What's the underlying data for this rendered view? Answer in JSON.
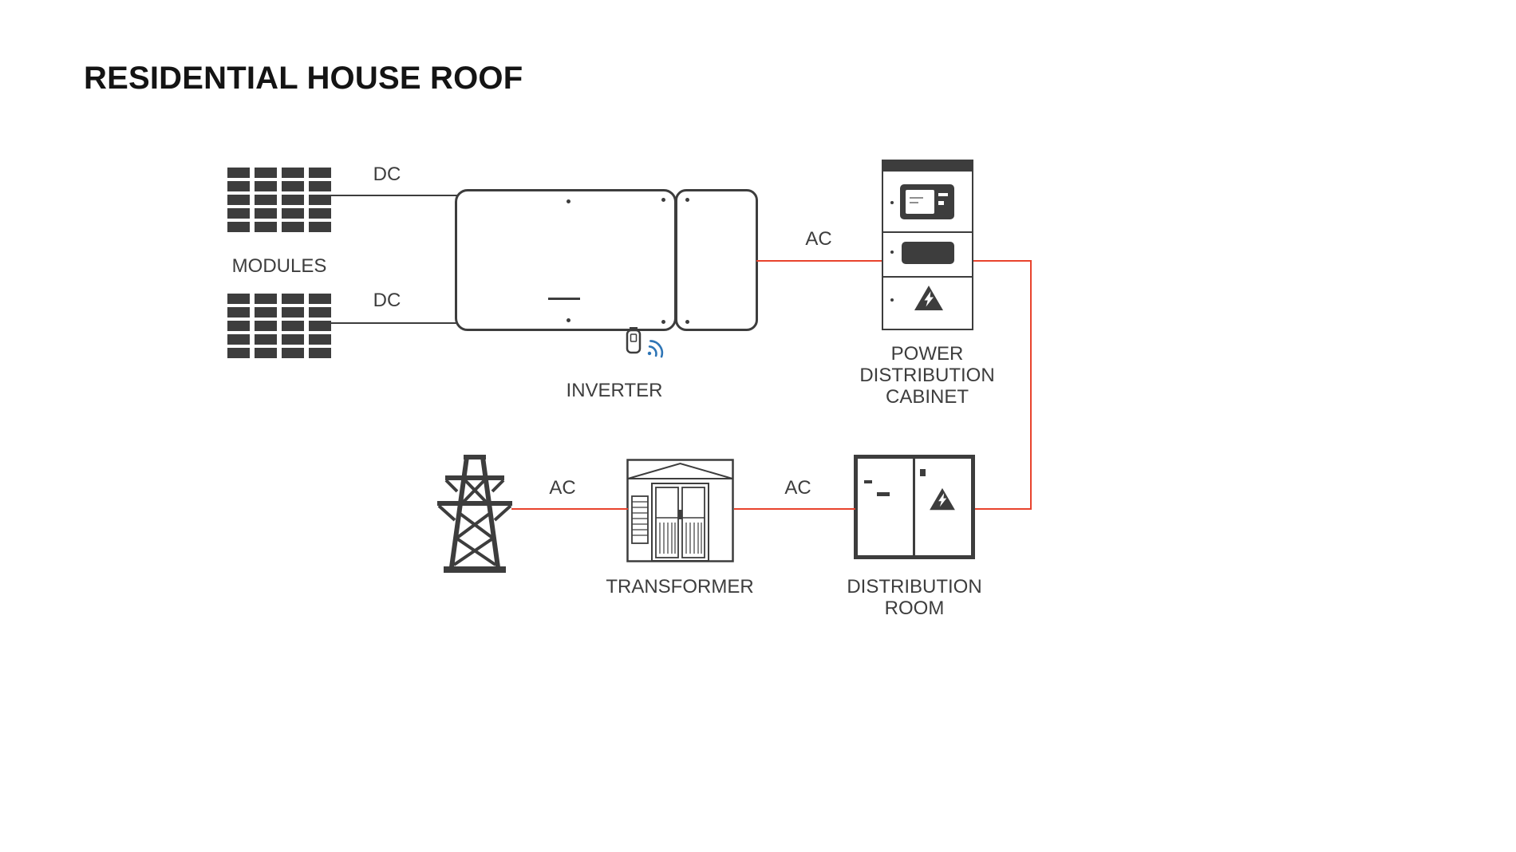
{
  "title": "RESIDENTIAL HOUSE ROOF",
  "colors": {
    "dark": "#3d3d3d",
    "red_line": "#e8432d",
    "wifi_blue": "#2e75b6",
    "background": "#ffffff"
  },
  "nodes": {
    "modules": {
      "label": "MODULES",
      "icon": "solar-module-grid",
      "array_count": 2
    },
    "inverter": {
      "label": "INVERTER",
      "icon": "inverter-unit-with-wifi-dongle"
    },
    "power_distribution_cabinet": {
      "label_lines": [
        "POWER",
        "DISTRIBUTION",
        "CABINET"
      ],
      "icon": "cabinet-with-display-slot-and-warning"
    },
    "distribution_room": {
      "label_lines": [
        "DISTRIBUTION",
        "ROOM"
      ],
      "icon": "panel-room-with-warning"
    },
    "transformer": {
      "label": "TRANSFORMER",
      "icon": "transformer-building"
    },
    "utility_grid": {
      "icon": "transmission-tower"
    }
  },
  "connections": {
    "modules_top_to_inverter": {
      "label": "DC",
      "color": "#3d3d3d"
    },
    "modules_bottom_to_inverter": {
      "label": "DC",
      "color": "#3d3d3d"
    },
    "inverter_to_cabinet": {
      "label": "AC",
      "color": "#e8432d"
    },
    "cabinet_to_distribution_room": {
      "color": "#e8432d"
    },
    "distribution_room_to_transformer": {
      "label": "AC",
      "color": "#e8432d"
    },
    "transformer_to_grid": {
      "label": "AC",
      "color": "#e8432d"
    }
  }
}
